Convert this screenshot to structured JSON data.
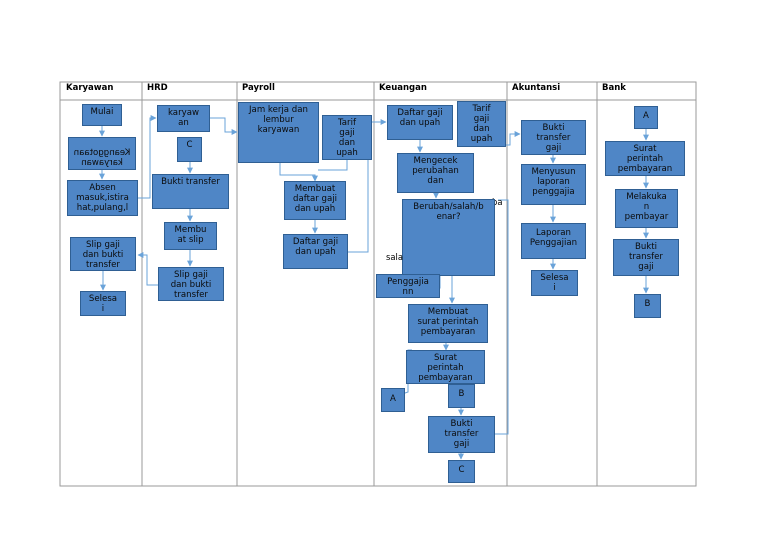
{
  "lanes": [
    "Karyawan",
    "HRD",
    "Payroll",
    "Keuangan",
    "Akuntansi",
    "Bank"
  ],
  "nodes": {
    "mulai": "Mulai",
    "keanggotaan": "Keanggotaan karyawan",
    "absen": "Absen\nmasuk,istira\nhat,pulang,l",
    "slip_gaji_karyawan": "Slip gaji\ndan bukti\ntransfer",
    "selesai_karyawan": "Selesa\ni",
    "data_karyawan": "karyaw\nan",
    "c_hrd": "C",
    "bukti_transfer_hrd": "Bukti transfer",
    "membuat_slip": "Membu\nat slip",
    "slip_gaji_hrd": "Slip gaji\ndan bukti\ntransfer",
    "jam_kerja": "Jam kerja dan\nlembur\nkaryawan",
    "tarif_payroll": "Tarif\ngaji\ndan\nupah",
    "membuat_daftar": "Membuat\ndaftar gaji\ndan upah",
    "daftar_gaji_payroll": "Daftar gaji\ndan upah",
    "daftar_gaji_keuangan": "Daftar gaji\ndan upah",
    "tarif_keuangan": "Tarif\ngaji\ndan\nupah",
    "mengecek": "Mengecek\nperubahan\ndan",
    "berubah": "Berubah/salah/b\nenar?",
    "penggajian": "Penggajia\nnn",
    "membuat_surat": "Membuat\nsurat perintah\npembayaran",
    "surat_keuangan": "Surat\nperintah\npembayaran",
    "a_keuangan": "A",
    "b_keuangan": "B",
    "bukti_keuangan": "Bukti\ntransfer\ngaji",
    "c_keuangan": "C",
    "bukti_akuntansi": "Bukti\ntransfer\ngaji",
    "menyusun": "Menyusun\nlaporan\npenggajia",
    "laporan": "Laporan\nPenggajian",
    "selesai_akuntansi": "Selesa\ni",
    "a_bank": "A",
    "surat_bank": "Surat\nperintah\npembayaran",
    "melakukan": "Melakuka\nn\npembayar",
    "bukti_bank": "Bukti\ntransfer\ngaji",
    "b_bank": "B"
  },
  "labels": {
    "ba": "ba",
    "sala": "sala"
  },
  "colors": {
    "box_fill": "#4f86c6",
    "box_border": "#2f5f93",
    "arrow": "#6aa3d9"
  }
}
